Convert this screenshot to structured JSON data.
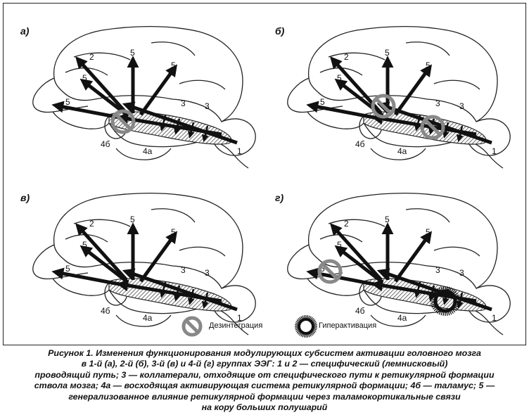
{
  "panels": [
    {
      "letter": "а)",
      "state": "a"
    },
    {
      "letter": "б)",
      "state": "b"
    },
    {
      "letter": "в)",
      "state": "c"
    },
    {
      "letter": "г)",
      "state": "d"
    }
  ],
  "labels": {
    "l1": "1",
    "l2": "2",
    "l3": "3",
    "l4a": "4а",
    "l4b": "4б",
    "l5": "5"
  },
  "legend": {
    "disintegration": "Дезинтеграция",
    "hyperactivation": "Гиперактивация"
  },
  "colors": {
    "ring_gray": "#888888",
    "ink": "#111111"
  },
  "caption": {
    "lines": [
      "Рисунок 1. Изменения функционирования модулирующих субсистем активации головного мозга",
      "в 1-й (а), 2-й (б), 3-й (в) и 4-й (г) группах ЭЭГ: 1 и 2 — специфический (лемнисковый)",
      "проводящий путь; 3 — коллатерали, отходящие от специфического пути к ретикулярной формации",
      "ствола мозга; 4а — восходящая активирующая система ретикулярной формации; 4б — таламус; 5 —",
      "генерализованное влияние ретикулярной формации через таламокортикальные связи",
      "на кору больших полушарий"
    ]
  }
}
